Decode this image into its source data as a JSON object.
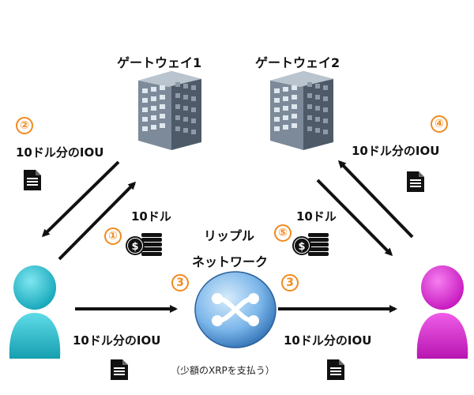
{
  "gateways": {
    "gateway1_label": "ゲートウェイ1",
    "gateway2_label": "ゲートウェイ2"
  },
  "steps": {
    "step1": "①",
    "step2": "②",
    "step3_left": "3",
    "step3_right": "3",
    "step4": "④",
    "step5": "⑤"
  },
  "labels": {
    "iou_top_left": "10ドル分のIOU",
    "iou_top_right": "10ドル分のIOU",
    "iou_bottom_left": "10ドル分のIOU",
    "iou_bottom_right": "10ドル分のIOU",
    "dollar_left": "10ドル",
    "dollar_right": "10ドル",
    "network_line1": "リップル",
    "network_line2": "ネットワーク",
    "note": "（少額のXRPを支払う）"
  },
  "icons": {
    "building": "office-building-icon",
    "document": "document-icon",
    "coins": "coin-stack-icon",
    "user_left": "user-icon-cyan",
    "user_right": "user-icon-magenta",
    "ripple": "ripple-logo-icon"
  },
  "colors": {
    "step_orange": "#f28a1e",
    "user_left": "#29c6d8",
    "user_right": "#e02ad6",
    "ripple_blue": "#3f8fd8"
  }
}
